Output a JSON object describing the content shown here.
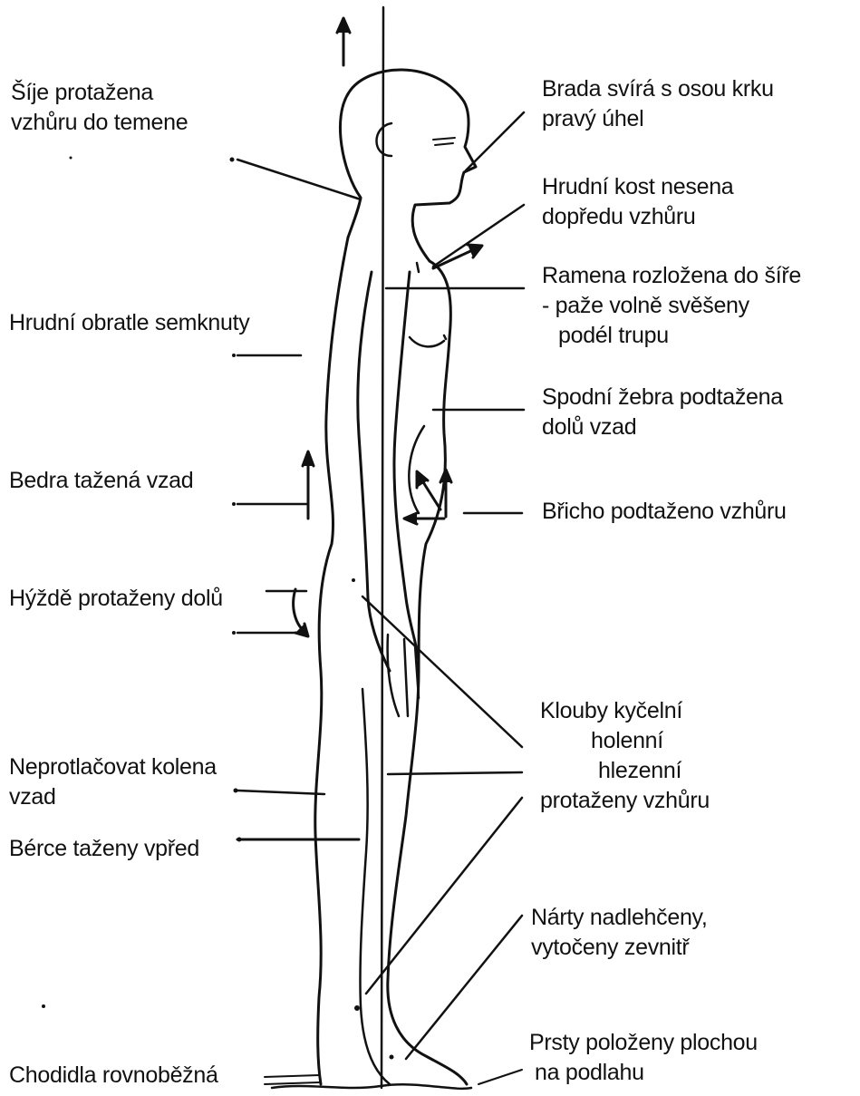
{
  "labels": {
    "sije": [
      "Šíje protažena",
      "vzhůru do temene"
    ],
    "brada": [
      "Brada svírá s osou krku",
      "pravý úhel"
    ],
    "hrudni_kost": [
      "Hrudní kost nesena",
      "dopředu vzhůru"
    ],
    "ramena": [
      "Ramena rozložena do šíře",
      "- paže volně svěšeny",
      "podél trupu"
    ],
    "hrudni_obratle": [
      "Hrudní obratle semknuty"
    ],
    "spodni_zebra": [
      "Spodní žebra podtažena",
      "dolů vzad"
    ],
    "bedra": [
      "Bedra tažená vzad"
    ],
    "bricho": [
      "Břicho podtaženo vzhůru"
    ],
    "hyzde": [
      "Hýždě protaženy dolů"
    ],
    "klouby": [
      "Klouby kyčelní",
      "holenní",
      "hlezenní",
      "protaženy vzhůru"
    ],
    "kolena": [
      "Neprotlačovat kolena",
      "vzad"
    ],
    "berce": [
      "Bérce taženy vpřed"
    ],
    "narty": [
      "Nárty nadlehčeny,",
      "vytočeny zevnitř"
    ],
    "chodidla": [
      "Chodidla rovnoběžná"
    ],
    "prsty": [
      "Prsty položeny plochou",
      "na podlahu"
    ]
  },
  "colors": {
    "ink": "#111111",
    "background": "#ffffff"
  }
}
